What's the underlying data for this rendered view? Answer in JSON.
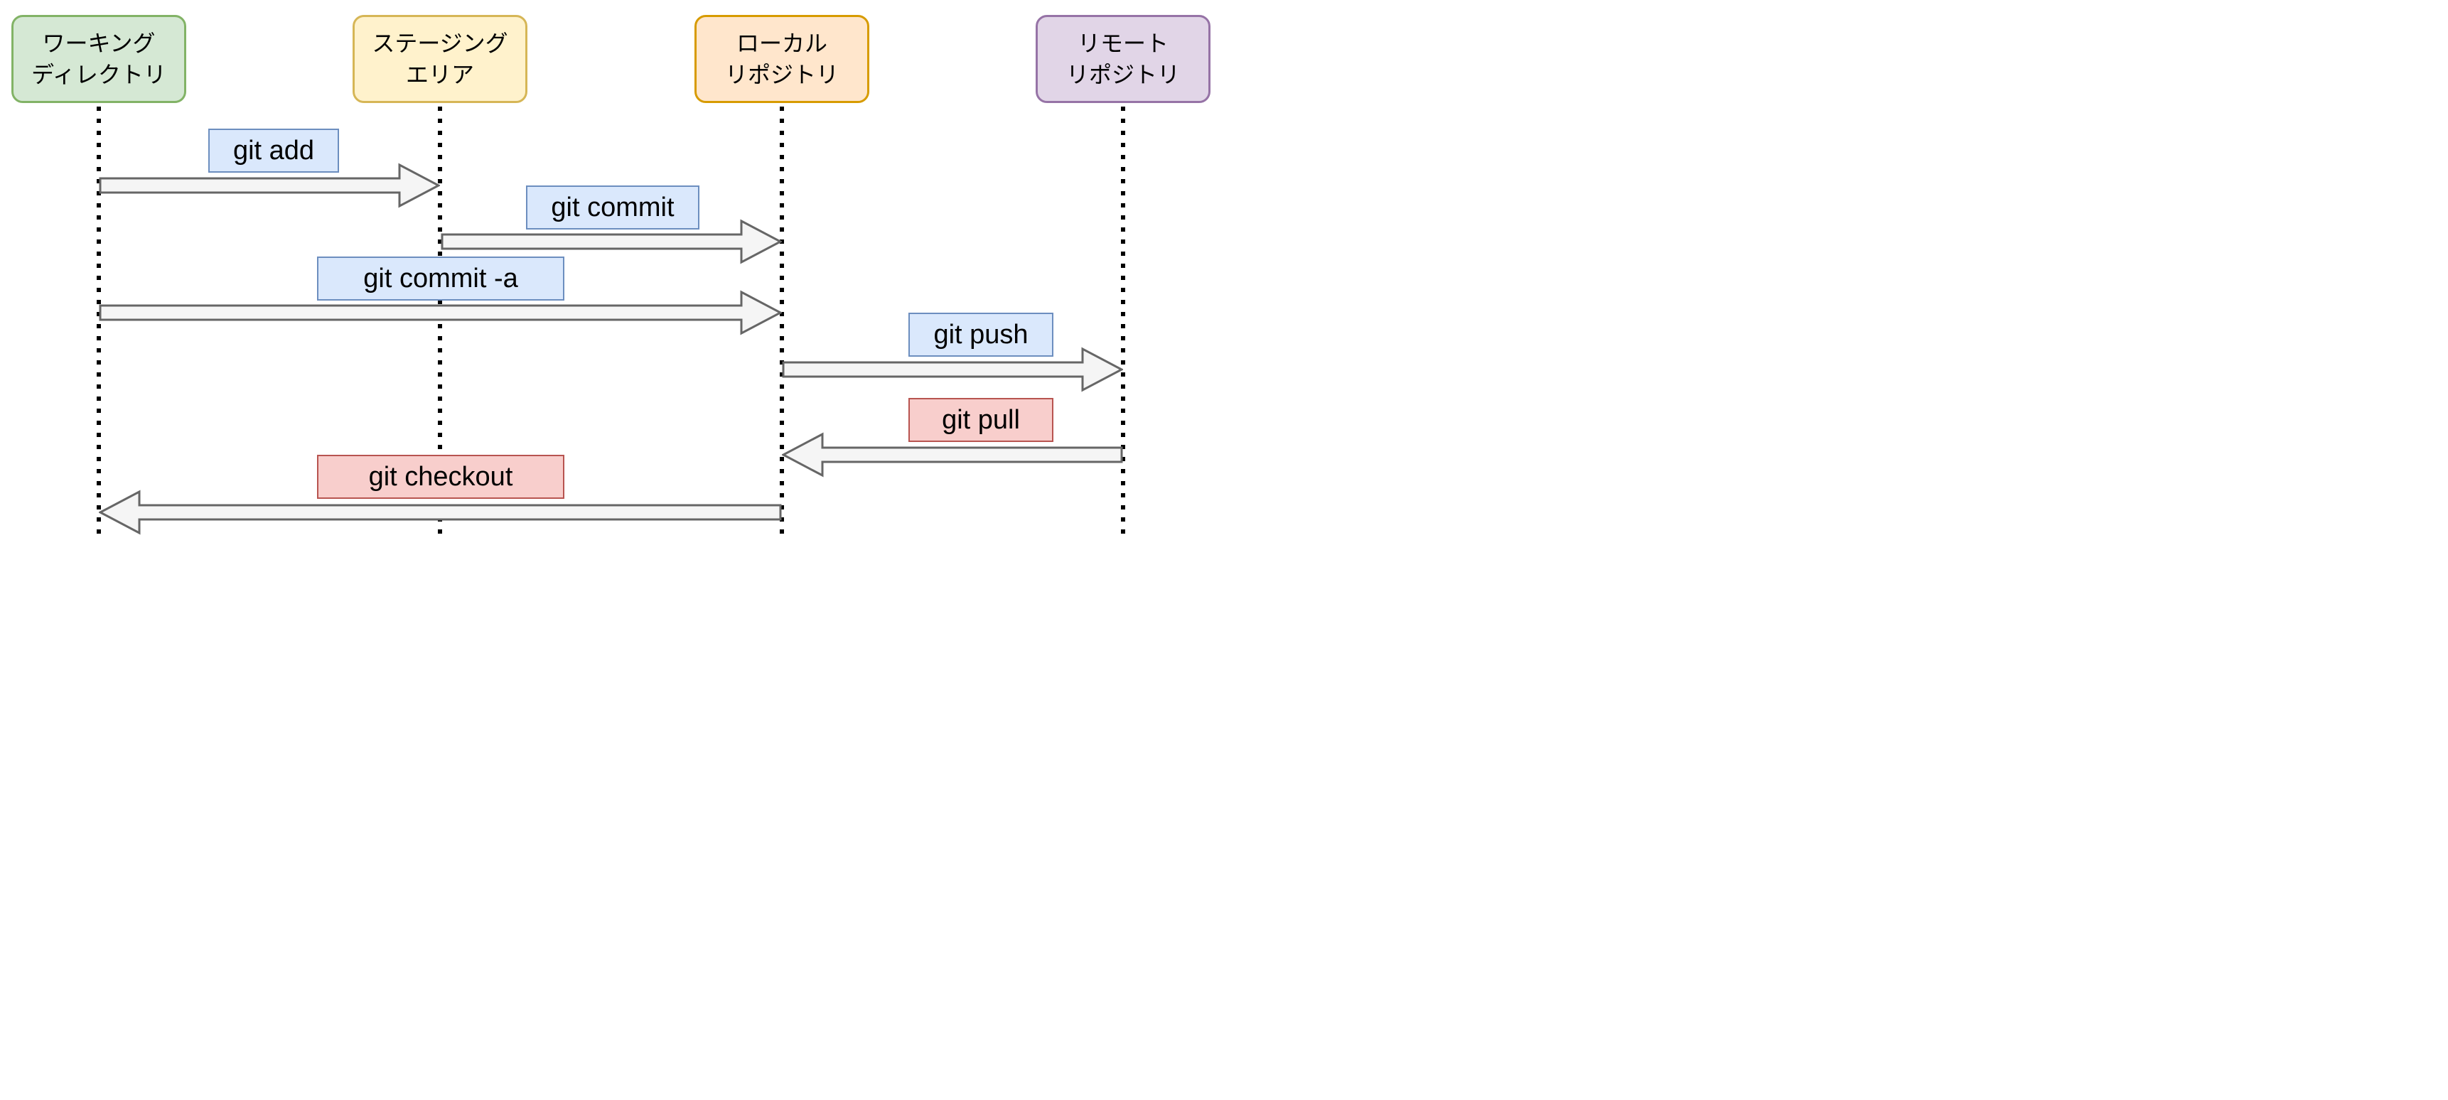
{
  "diagram": {
    "actors": [
      {
        "id": "working-directory",
        "line1": "ワーキング",
        "line2": "ディレクトリ",
        "fill": "#d5e8d4",
        "border": "#82b366"
      },
      {
        "id": "staging-area",
        "line1": "ステージング",
        "line2": "エリア",
        "fill": "#fff2cc",
        "border": "#d6b656"
      },
      {
        "id": "local-repository",
        "line1": "ローカル",
        "line2": "リポジトリ",
        "fill": "#ffe6cc",
        "border": "#d79b00"
      },
      {
        "id": "remote-repository",
        "line1": "リモート",
        "line2": "リポジトリ",
        "fill": "#e1d5e7",
        "border": "#9673a6"
      }
    ],
    "commands": [
      {
        "label": "git add",
        "from": "working-directory",
        "to": "staging-area",
        "direction": "right",
        "style": "blue"
      },
      {
        "label": "git commit",
        "from": "staging-area",
        "to": "local-repository",
        "direction": "right",
        "style": "blue"
      },
      {
        "label": "git commit -a",
        "from": "working-directory",
        "to": "local-repository",
        "direction": "right",
        "style": "blue"
      },
      {
        "label": "git push",
        "from": "local-repository",
        "to": "remote-repository",
        "direction": "right",
        "style": "blue"
      },
      {
        "label": "git pull",
        "from": "remote-repository",
        "to": "local-repository",
        "direction": "left",
        "style": "red"
      },
      {
        "label": "git checkout",
        "from": "local-repository",
        "to": "working-directory",
        "direction": "left",
        "style": "red"
      }
    ],
    "colors": {
      "command_blue_fill": "#dae8fc",
      "command_blue_border": "#6c8ebf",
      "command_red_fill": "#f8cecc",
      "command_red_border": "#b85450",
      "arrow_fill": "#f5f5f5",
      "arrow_border": "#666666",
      "lifeline": "#000000",
      "background": "#ffffff"
    }
  }
}
